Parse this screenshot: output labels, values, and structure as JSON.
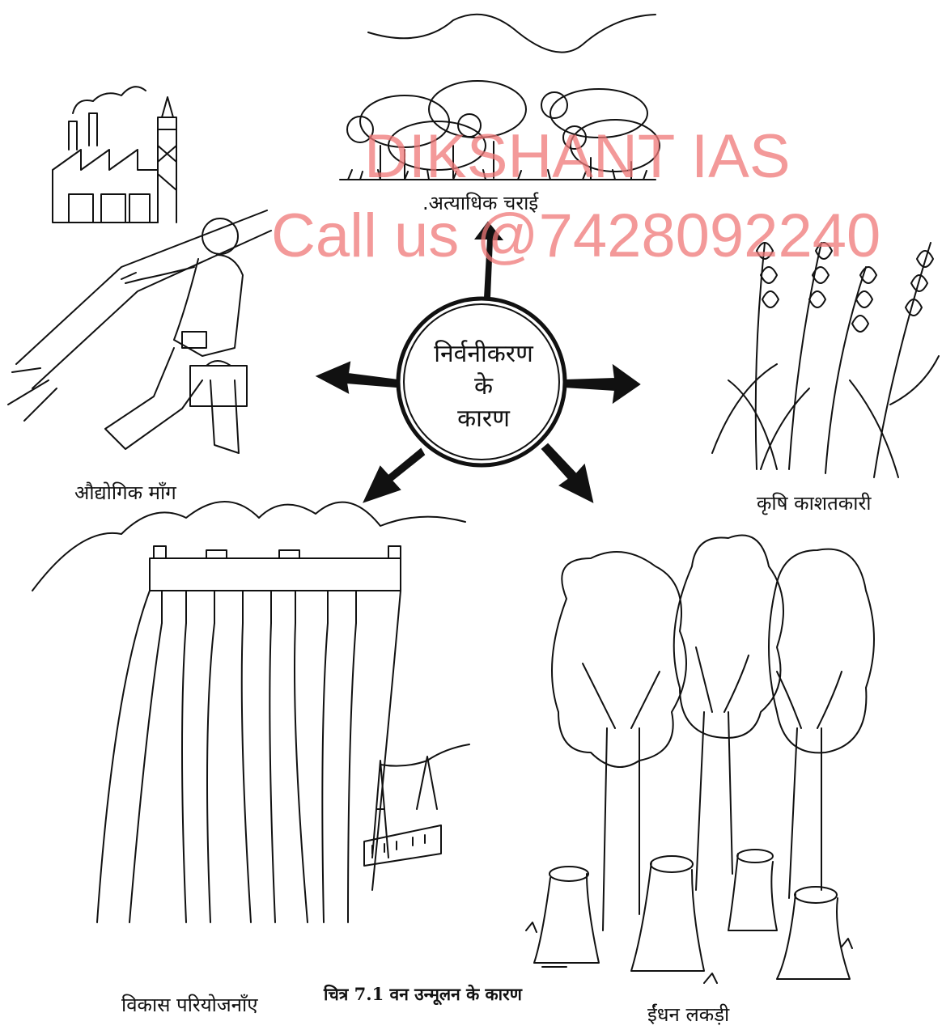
{
  "center": {
    "line1": "निर्वनीकरण",
    "line2": "के",
    "line3": "कारण"
  },
  "labels": {
    "overgrazing": ".अत्याधिक चराई",
    "industrial_demand": "औद्योगिक माँग",
    "agriculture": "कृषि काशतकारी",
    "development_projects": "विकास परियोजनाँए",
    "fuel_wood": "ईंधन लकड़ी"
  },
  "caption": "चित्र 7.1 वन उन्मूलन के कारण",
  "watermark": {
    "line1": "DIKSHANT IAS",
    "line2": "Call us @7428092240",
    "color": "#f07878"
  }
}
